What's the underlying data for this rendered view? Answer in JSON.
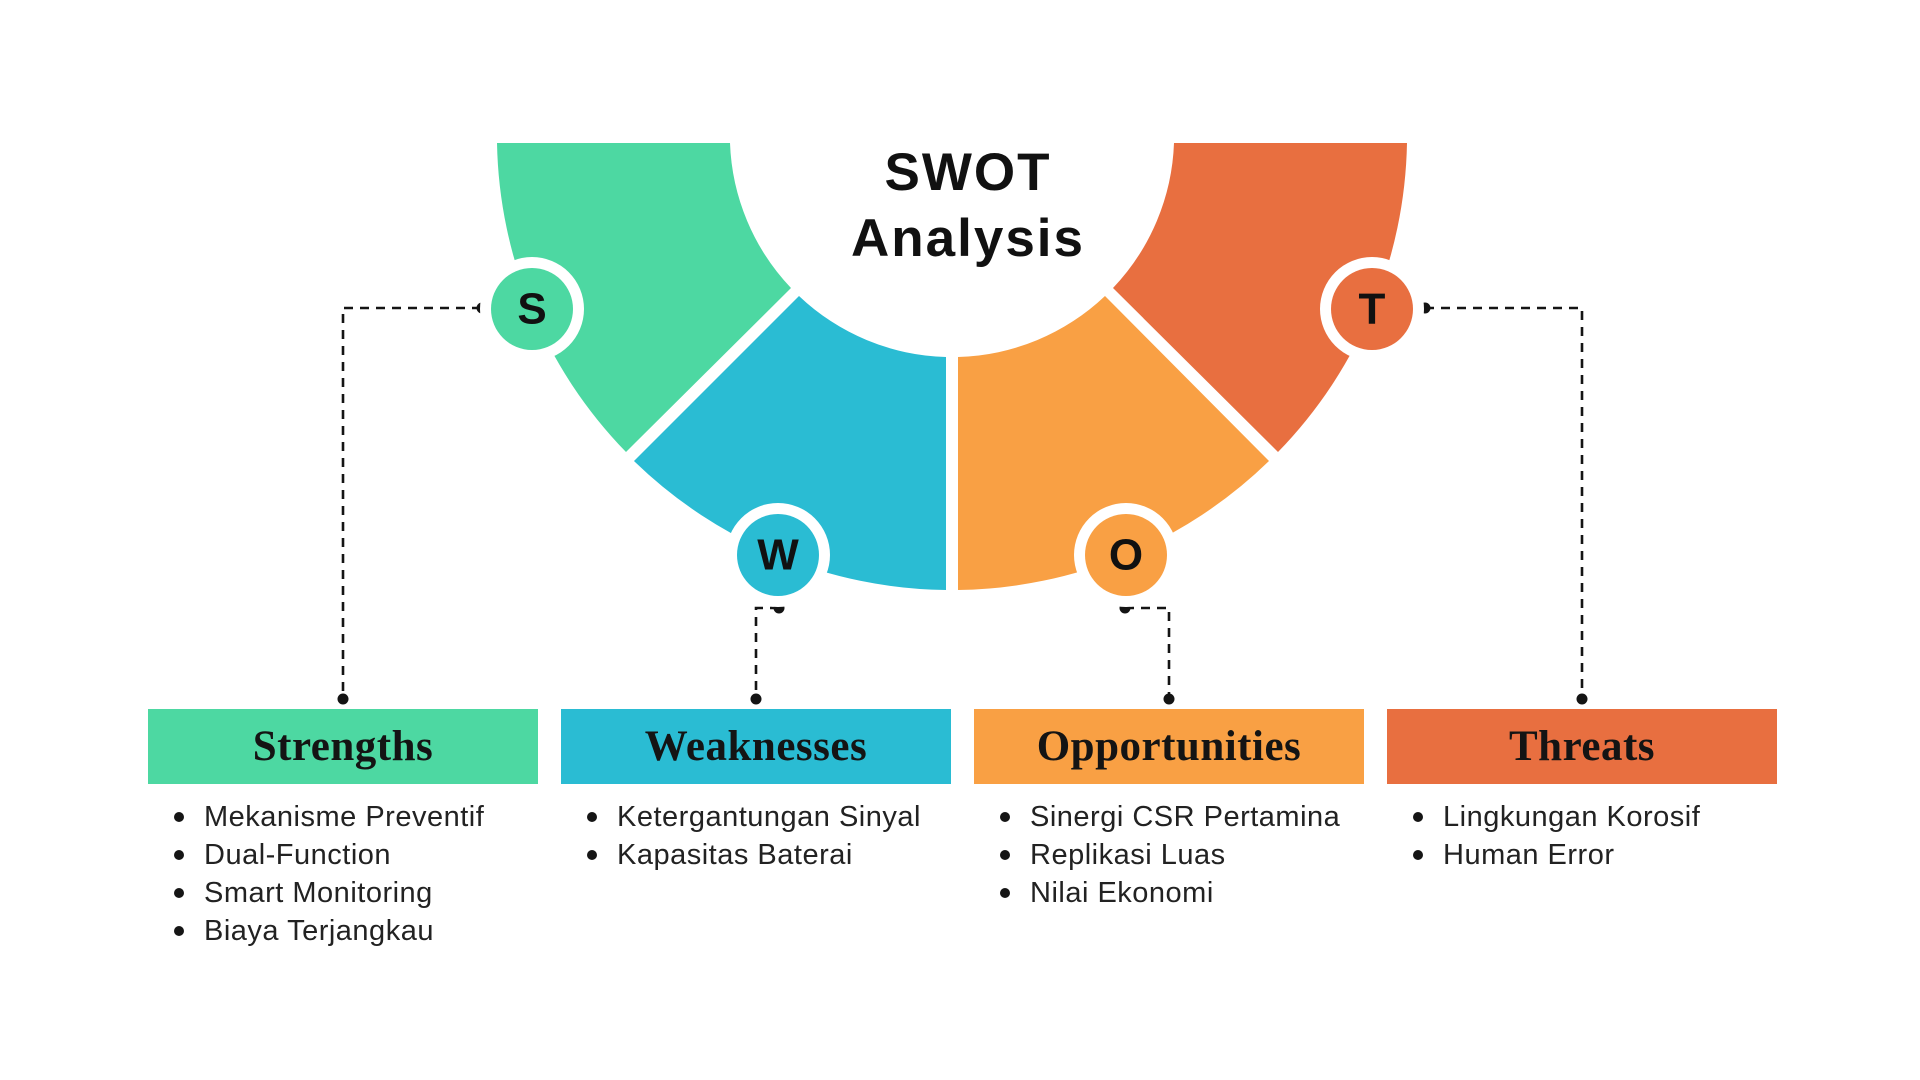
{
  "title": {
    "line1": "SWOT",
    "line2": "Analysis"
  },
  "colors": {
    "background": "#ffffff",
    "text": "#111111",
    "connector": "#141414",
    "badge_ring": "#ffffff"
  },
  "sections": [
    {
      "badge": "S",
      "label": "Strengths",
      "color": "#4DD8A2",
      "items": [
        "Mekanisme Preventif",
        "Dual-Function",
        "Smart Monitoring",
        "Biaya Terjangkau"
      ]
    },
    {
      "badge": "W",
      "label": "Weaknesses",
      "color": "#2ABCD3",
      "items": [
        "Ketergantungan Sinyal",
        "Kapasitas Baterai"
      ]
    },
    {
      "badge": "O",
      "label": "Opportunities",
      "color": "#F9A044",
      "items": [
        "Sinergi CSR Pertamina",
        "Replikasi Luas",
        "Nilai Ekonomi"
      ]
    },
    {
      "badge": "T",
      "label": "Threats",
      "color": "#E86F40",
      "items": [
        "Lingkungan Korosif",
        "Human Error"
      ]
    }
  ]
}
